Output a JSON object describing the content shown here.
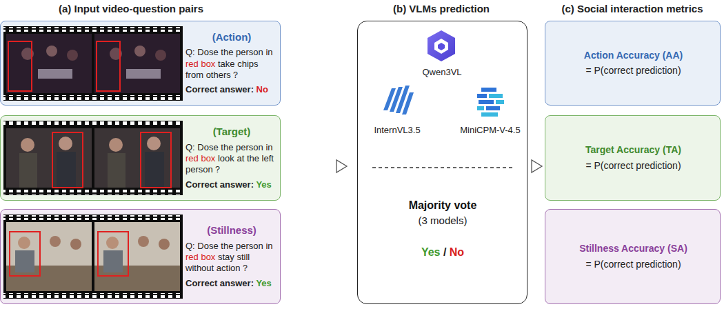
{
  "diagram": {
    "nodes": [
      {
        "text": [
          "(Action)",
          "Q: Dose the person in red box take chips from others？",
          "Correct answer: No"
        ]
      },
      {
        "text": [
          "(Target)",
          "Q: Dose the person in red box look at the left person？",
          "Correct answer: Yes"
        ]
      },
      {
        "text": [
          "(Stillness)",
          "Q: Dose the person in red box stay still without action？",
          "Correct answer: Yes"
        ]
      },
      {
        "text": [
          "Qwen3VL",
          "InternVL3.5",
          "MiniCPM-V-4.5",
          "Majority vote",
          "(3 models)",
          "Yes / No"
        ]
      },
      {
        "text": [
          "Action Accuracy (AA)",
          "= P(correct prediction)"
        ]
      },
      {
        "text": [
          "Target Accuracy (TA)",
          "= P(correct prediction)"
        ]
      },
      {
        "text": [
          "Stillness Accuracy (SA)",
          "= P(correct prediction)"
        ]
      }
    ],
    "labels": [
      "(a) Input video-question pairs",
      "(b) VLMs prediction",
      "(c) Social interaction metrics"
    ]
  }
}
